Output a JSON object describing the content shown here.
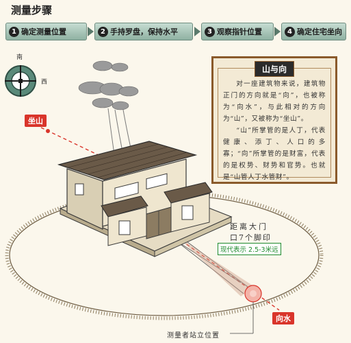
{
  "title": "测量步骤",
  "steps": [
    {
      "num": "1",
      "label": "确定测量位置"
    },
    {
      "num": "2",
      "label": "手持罗盘，保持水平"
    },
    {
      "num": "3",
      "label": "观察指针位置"
    },
    {
      "num": "4",
      "label": "确定住宅坐向"
    }
  ],
  "compass": {
    "south": "南",
    "west": "西"
  },
  "panel": {
    "title": "山与向",
    "paragraphs": [
      "对一座建筑物来说，建筑物正门的方向就是“向”，也被称为“向水”，与此相对的方向为“山”，又被称为“坐山”。",
      "“山”所掌管的是人丁，代表健康、添丁、人口的多寡；“向”所掌管的是财富，代表的是权势、财势和官势。也就是“山管人丁水管财”。"
    ]
  },
  "labels": {
    "zuoshan": "坐山",
    "xiangshui": "向水",
    "distance_line1": "距离大门",
    "distance_line2": "口7个脚印",
    "modern": "现代表示 2.5-3米远",
    "standpoint": "测量者站立位置"
  },
  "colors": {
    "step_bg": "#a8c8b8",
    "panel_border": "#8a5a2b",
    "accent_red": "#d9352b",
    "accent_green": "#1d8a2c"
  }
}
